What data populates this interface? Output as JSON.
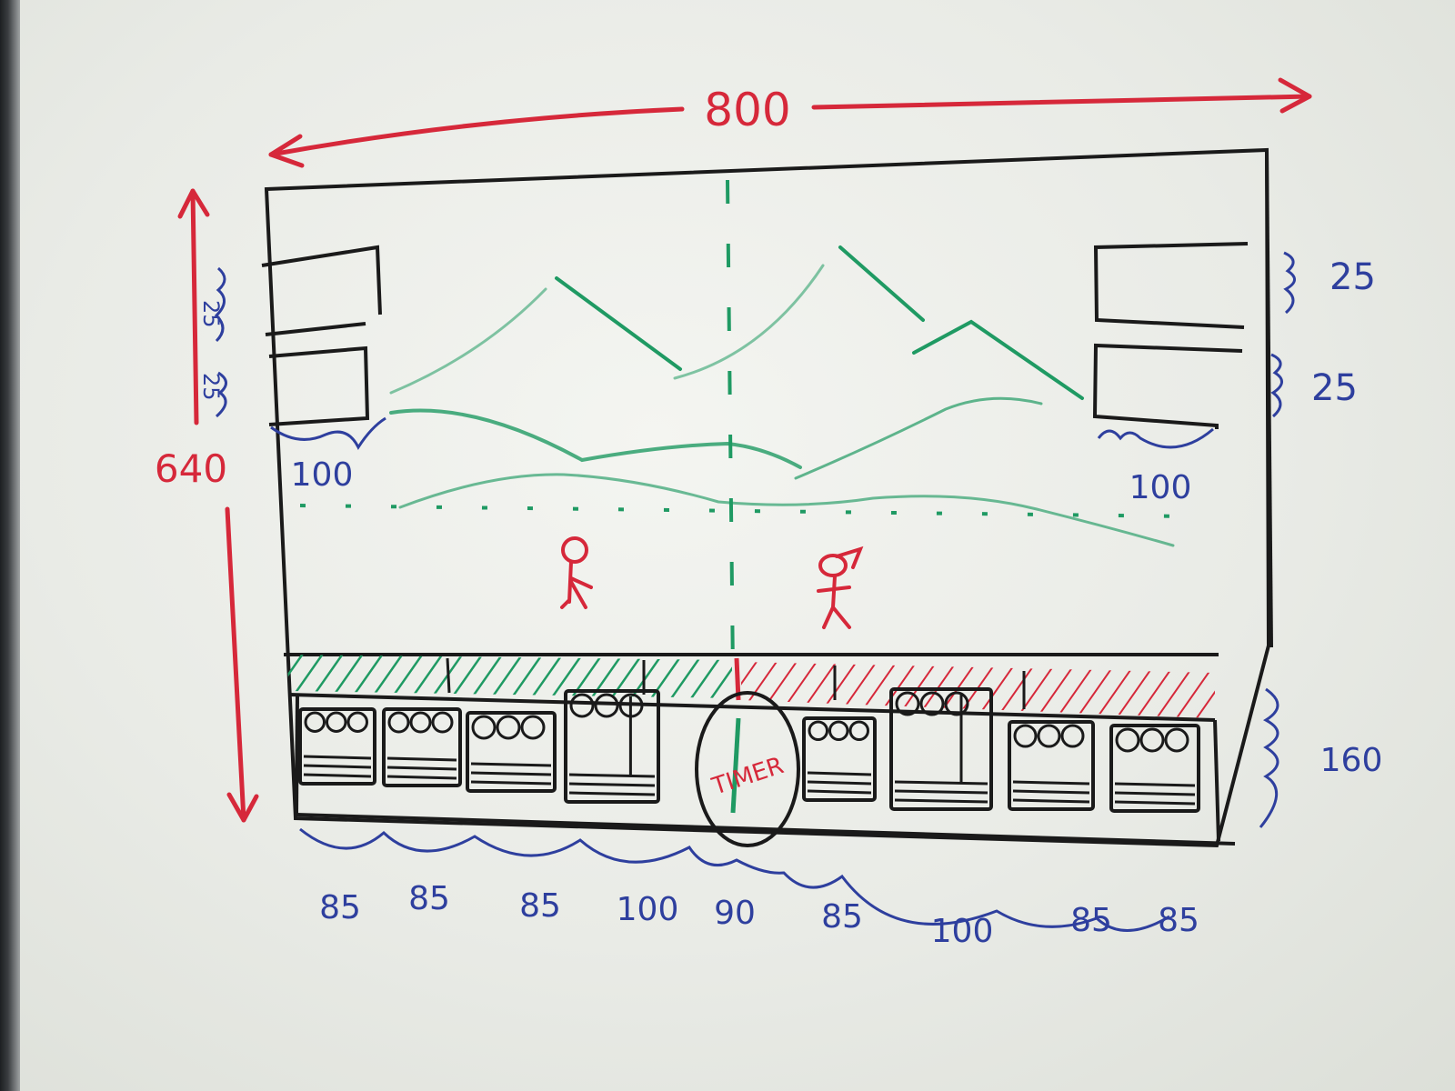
{
  "dimensions": {
    "width": "800",
    "height": "640",
    "left_box_top": "25",
    "left_box_bottom": "25",
    "left_box_width": "100",
    "right_box_top": "25",
    "right_box_bottom": "25",
    "right_box_width": "100",
    "bottom_panel_height": "160"
  },
  "timer_label": "TIMER",
  "bottom_widths": [
    "85",
    "85",
    "85",
    "100",
    "90",
    "85",
    "100",
    "85",
    "85"
  ],
  "colors": {
    "red_marker": "#d6283a",
    "green_marker": "#1f9a63",
    "blue_marker": "#2e3f9e",
    "black_marker": "#1a1a1a"
  }
}
